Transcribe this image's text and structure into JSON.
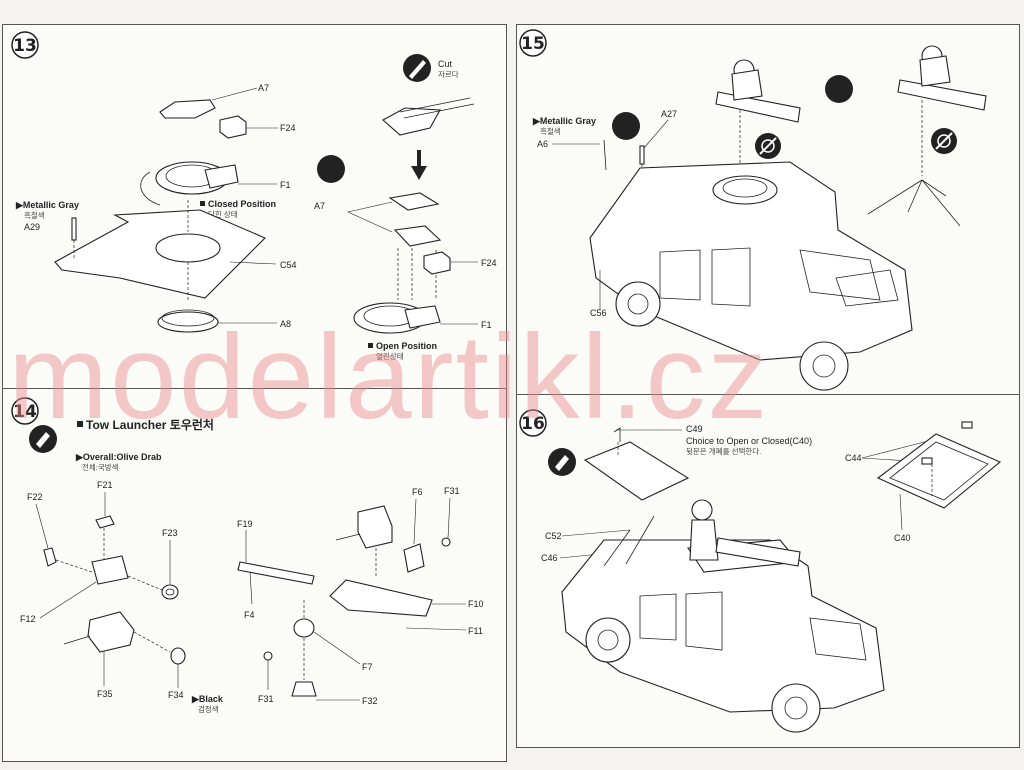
{
  "watermark": "modelartikl.cz",
  "step13": {
    "number": "13",
    "labels": {
      "a7_top": "A7",
      "f24": "F24",
      "f1": "F1",
      "closed_position": "Closed Position",
      "closed_kr": "닫힌 상태",
      "metallic_gray": "▶Metallic Gray",
      "metallic_gray_kr": "흑철색",
      "a29": "A29",
      "c54": "C54",
      "a8": "A8",
      "cut": "Cut",
      "cut_kr": "자르다",
      "a7_right": "A7",
      "f24_right": "F24",
      "f1_right": "F1",
      "open_position": "Open Position",
      "open_kr": "열린상태"
    }
  },
  "step14": {
    "number": "14",
    "title": "Tow Launcher 토우런처",
    "overall": "▶Overall:Olive Drab",
    "overall_kr": "전체:국방색",
    "labels": {
      "f21": "F21",
      "f22": "F22",
      "f23": "F23",
      "f12": "F12",
      "f35": "F35",
      "f34": "F34",
      "black": "▶Black",
      "black_kr": "검정색",
      "f19": "F19",
      "f4": "F4",
      "f6": "F6",
      "f31_top": "F31",
      "f10": "F10",
      "f11": "F11",
      "f7": "F7",
      "f31_bottom": "F31",
      "f32": "F32"
    }
  },
  "step15": {
    "number": "15",
    "labels": {
      "metallic_gray": "▶Metallic Gray",
      "metallic_gray_kr": "흑철색",
      "a6": "A6",
      "a27": "A27",
      "c56": "C56"
    }
  },
  "step16": {
    "number": "16",
    "labels": {
      "c49": "C49",
      "choice": "Choice to Open or Closed(C40)",
      "choice_kr": "뒷문은 개폐를 선택한다.",
      "c44": "C44",
      "c40": "C40",
      "c52": "C52",
      "c46": "C46"
    }
  },
  "icons": {
    "question": "?",
    "cut": "cut-knife-icon",
    "paint": "paint-icon",
    "no_glue": "no-glue-icon"
  }
}
